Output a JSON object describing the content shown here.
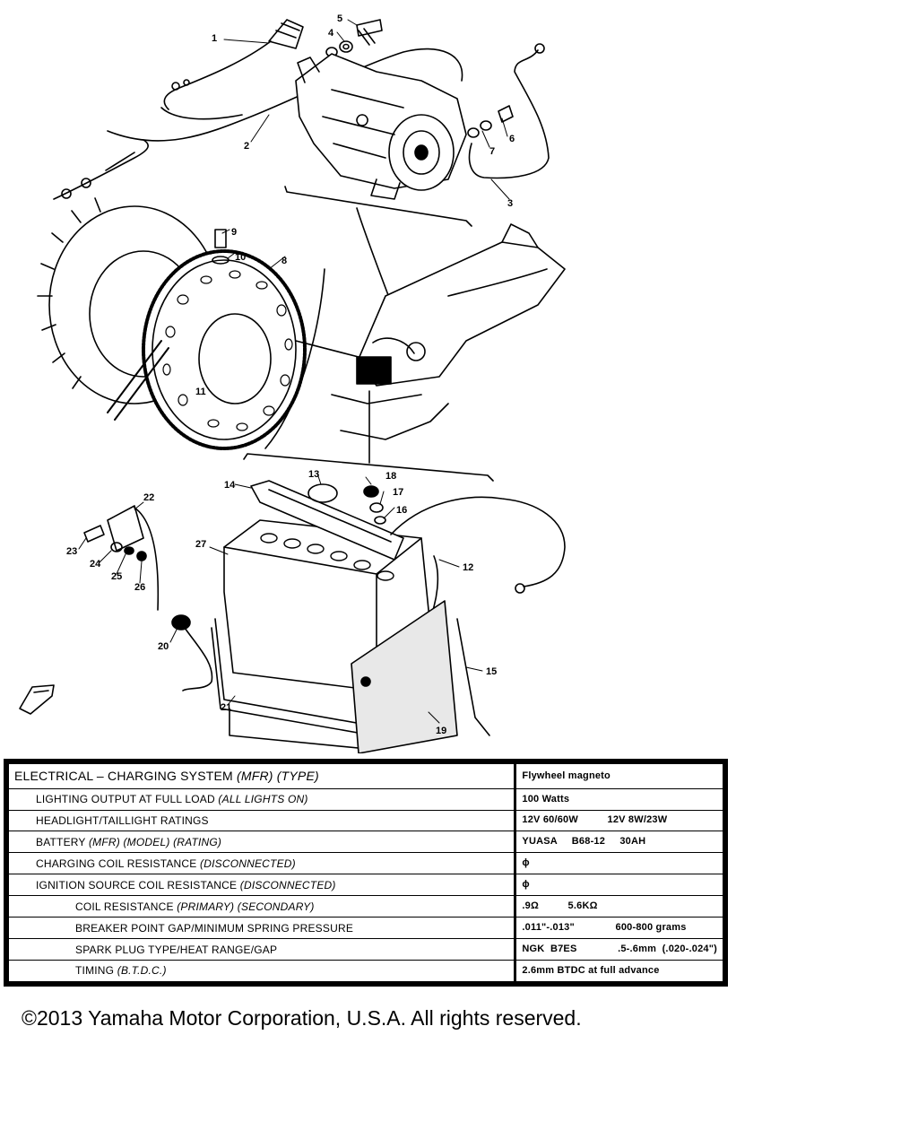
{
  "callouts": [
    "1",
    "2",
    "3",
    "4",
    "5",
    "6",
    "7",
    "8",
    "9",
    "10",
    "11",
    "12",
    "13",
    "14",
    "15",
    "16",
    "17",
    "18",
    "19",
    "20",
    "21",
    "22",
    "23",
    "24",
    "25",
    "26",
    "27"
  ],
  "specs": {
    "rows": [
      {
        "label": "ELECTRICAL – CHARGING SYSTEM",
        "qualifier": "(MFR) (TYPE)",
        "value": "Flywheel magneto",
        "indent": 0
      },
      {
        "label": "LIGHTING OUTPUT AT FULL LOAD",
        "qualifier": "(ALL LIGHTS ON)",
        "value": "100 Watts",
        "indent": 1
      },
      {
        "label": "HEADLIGHT/TAILLIGHT RATINGS",
        "qualifier": "",
        "value": "12V 60/60W          12V 8W/23W",
        "indent": 1
      },
      {
        "label": "BATTERY",
        "qualifier": "(MFR) (MODEL) (RATING)",
        "value": "YUASA     B68-12     30AH",
        "indent": 1
      },
      {
        "label": "CHARGING COIL RESISTANCE",
        "qualifier": "(DISCONNECTED)",
        "value": "ϕ",
        "indent": 1
      },
      {
        "label": "IGNITION SOURCE COIL RESISTANCE",
        "qualifier": "(DISCONNECTED)",
        "value": "ϕ",
        "indent": 1
      },
      {
        "label": "COIL RESISTANCE",
        "qualifier": "(PRIMARY) (SECONDARY)",
        "value": ".9Ω          5.6KΩ",
        "indent": 2
      },
      {
        "label": "BREAKER POINT GAP/MINIMUM SPRING PRESSURE",
        "qualifier": "",
        "value": ".011\"-.013\"              600-800 grams",
        "indent": 2
      },
      {
        "label": "SPARK PLUG TYPE/HEAT  RANGE/GAP",
        "qualifier": "",
        "value": "NGK  B7ES              .5-.6mm  (.020-.024\")",
        "indent": 2
      },
      {
        "label": "TIMING",
        "qualifier": "(B.T.D.C.)",
        "value": "2.6mm BTDC at full advance",
        "indent": 2
      }
    ]
  },
  "copyright": "©2013 Yamaha Motor Corporation, U.S.A. All rights reserved."
}
